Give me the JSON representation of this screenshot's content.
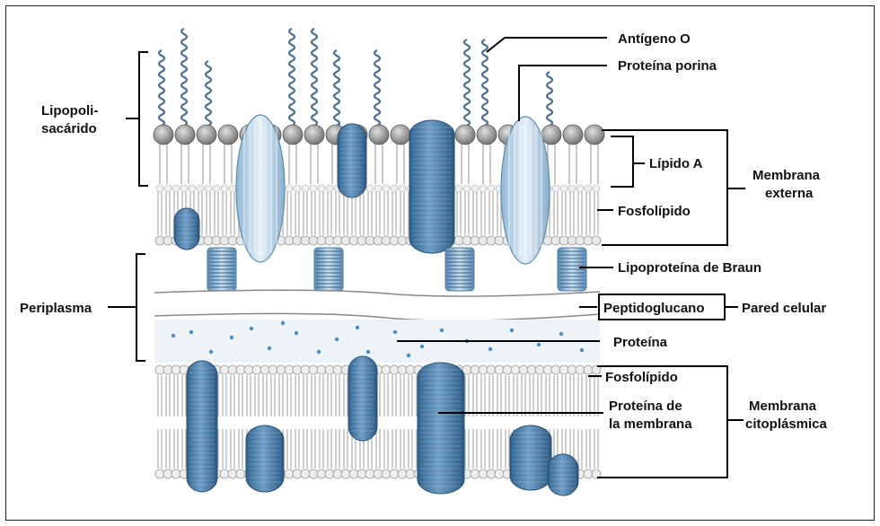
{
  "diagram": {
    "labels": {
      "antigeno_o": "Antígeno O",
      "proteina_porina": "Proteína porina",
      "lipopolisacarido_1": "Lipopoli-",
      "lipopolisacarido_2": "sacárido",
      "lipido_a": "Lípido A",
      "membrana_externa_1": "Membrana",
      "membrana_externa_2": "externa",
      "fosfolipido_ext": "Fosfolípido",
      "lipoproteina_braun": "Lipoproteína de Braun",
      "periplasma": "Periplasma",
      "peptidoglucano": "Peptidoglucano",
      "pared_celular": "Pared celular",
      "proteina": "Proteína",
      "fosfolipido_int": "Fosfolípido",
      "proteina_membrana_1": "Proteína de",
      "proteina_membrana_2": "la membrana",
      "membrana_citoplasmica_1": "Membrana",
      "membrana_citoplasmica_2": "citoplásmica"
    },
    "colors": {
      "protein": "#3f78a8",
      "porin": "#b9d4e6",
      "head": "#8d8d8d",
      "antigen": "#4a6f93",
      "lipid_tail": "#c9c9c9"
    }
  }
}
